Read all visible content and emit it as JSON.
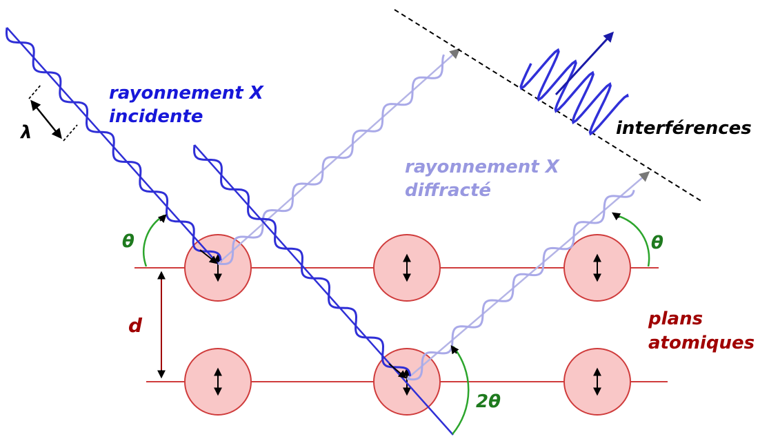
{
  "labels": {
    "incident": [
      "rayonnement X",
      "incidente"
    ],
    "diffracted": [
      "rayonnement X",
      "diffracté"
    ],
    "interference": "interférences",
    "planes": [
      "plans",
      "atomiques"
    ],
    "wavelength": "λ",
    "spacing": "d",
    "theta_left": "θ",
    "theta_right": "θ",
    "two_theta": "2θ"
  },
  "colors": {
    "incident": "#2f2fd6",
    "incident_dark": "#1a1aa8",
    "diffracted": "#a9a9e8",
    "plane": "#cf3b3b",
    "atom_fill": "#f9c7c7",
    "angle_arc": "#2ca52c",
    "label_blue": "#1717d9",
    "label_lightblue": "#9898e0",
    "label_red": "#a00000",
    "label_green": "#1e7a1e"
  }
}
